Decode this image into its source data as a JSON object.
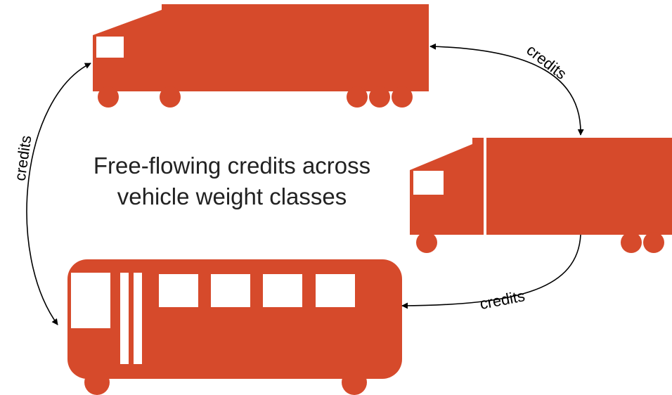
{
  "caption": {
    "line1": "Free-flowing credits across",
    "line2": "vehicle weight classes"
  },
  "arrows": {
    "top_right": "credits",
    "bottom_right": "credits",
    "left": "credits"
  },
  "vehicles": [
    "tractor-trailer",
    "box-truck",
    "bus"
  ],
  "colors": {
    "vehicle": "#d64a2b",
    "background": "#ffffff",
    "arrow": "#000000"
  }
}
